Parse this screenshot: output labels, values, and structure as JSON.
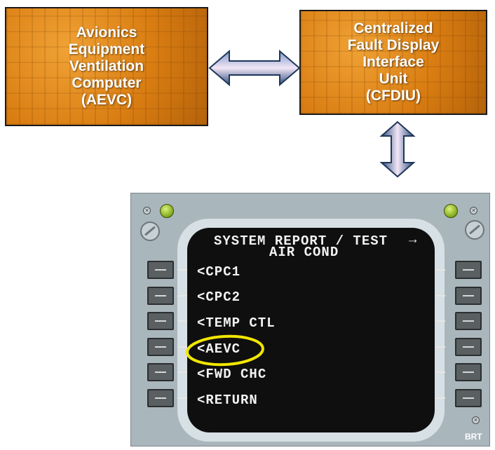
{
  "blocks": {
    "aevc": {
      "lines": [
        "Avionics",
        "Equipment",
        "Ventilation",
        "Computer",
        "(AEVC)"
      ]
    },
    "cfdiu": {
      "lines": [
        "Centralized",
        "Fault Display",
        "Interface",
        "Unit",
        "(CFDIU)"
      ]
    }
  },
  "cdu": {
    "title": "SYSTEM REPORT / TEST",
    "title_arrow": "→",
    "subtitle": "AIR COND",
    "menu_items": [
      "<CPC1",
      "<CPC2",
      "<TEMP CTL",
      "<AEVC",
      "<FWD CHC",
      "<RETURN"
    ],
    "highlighted_item": "<AEVC",
    "brt_label": "BRT"
  },
  "colors": {
    "block_fill": "#d97d12",
    "arrow_fill": "#3c5a86",
    "highlight": "#f2e600",
    "led": "#8fb51f"
  }
}
